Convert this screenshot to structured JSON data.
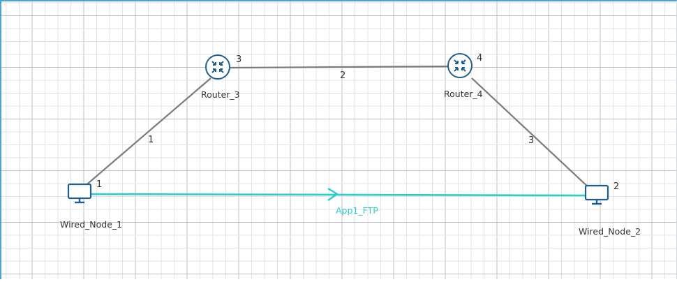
{
  "colors": {
    "grid_major": "#bfbfbf",
    "grid_minor": "#e3e3e3",
    "link": "#7a7a7a",
    "application": "#2ecbcb",
    "router_stroke": "#1f5f8b",
    "node_stroke": "#1f5f8b",
    "label": "#333333"
  },
  "nodes": [
    {
      "id": "router-3",
      "type": "router",
      "label": "Router_3",
      "badge": "3",
      "icon": "router-icon"
    },
    {
      "id": "router-4",
      "type": "router",
      "label": "Router_4",
      "badge": "4",
      "icon": "router-icon"
    },
    {
      "id": "wired-node-1",
      "type": "computer",
      "label": "Wired_Node_1",
      "badge": "1",
      "icon": "computer-icon"
    },
    {
      "id": "wired-node-2",
      "type": "computer",
      "label": "Wired_Node_2",
      "badge": "2",
      "icon": "computer-icon"
    }
  ],
  "links": [
    {
      "id": "1",
      "label": "1",
      "from": "wired-node-1",
      "to": "router-3"
    },
    {
      "id": "2",
      "label": "2",
      "from": "router-3",
      "to": "router-4"
    },
    {
      "id": "3",
      "label": "3",
      "from": "router-4",
      "to": "wired-node-2"
    }
  ],
  "applications": [
    {
      "id": "app1",
      "label": "App1_FTP",
      "from": "wired-node-1",
      "to": "wired-node-2"
    }
  ]
}
